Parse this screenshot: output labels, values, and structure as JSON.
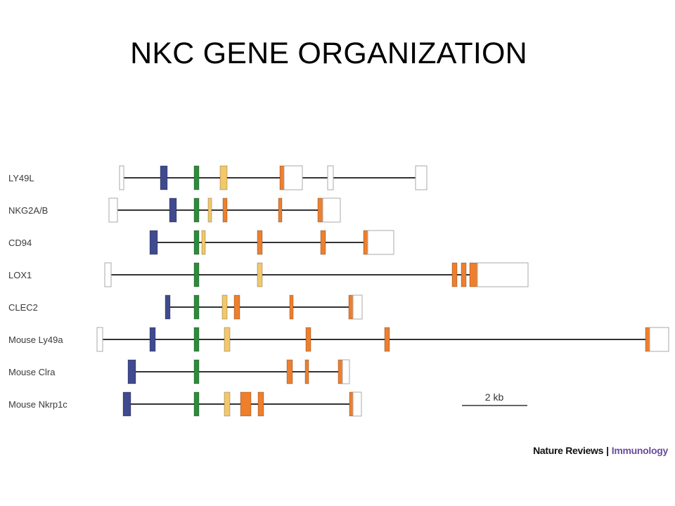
{
  "slide": {
    "title": "NKC GENE ORGANIZATION"
  },
  "colors": {
    "blue": "#3f4a8f",
    "green": "#2e8b3c",
    "yellow": "#f2c86a",
    "orange": "#ee7f2d",
    "white": "#ffffff",
    "line": "#333333",
    "box_stroke": "#aaaaaa"
  },
  "genes": [
    {
      "name": "LY49L",
      "exons": [
        [
          "white",
          170,
          176
        ],
        [
          "blue",
          228,
          238
        ],
        [
          "green",
          276,
          283
        ],
        [
          "yellow",
          313,
          323
        ],
        [
          "orange",
          398,
          404
        ],
        [
          "white",
          404,
          430
        ],
        [
          "white",
          466,
          474
        ],
        [
          "white",
          591,
          607
        ]
      ]
    },
    {
      "name": "NKG2A/B",
      "exons": [
        [
          "white",
          155,
          167
        ],
        [
          "blue",
          241,
          251
        ],
        [
          "green",
          276,
          283
        ],
        [
          "yellow",
          296,
          301
        ],
        [
          "orange",
          317,
          323
        ],
        [
          "orange",
          396,
          401
        ],
        [
          "orange",
          452,
          459
        ],
        [
          "white",
          459,
          484
        ]
      ]
    },
    {
      "name": "CD94",
      "exons": [
        [
          "blue",
          213,
          224
        ],
        [
          "green",
          276,
          283
        ],
        [
          "yellow",
          287,
          292
        ],
        [
          "orange",
          366,
          373
        ],
        [
          "orange",
          456,
          463
        ],
        [
          "orange",
          517,
          523
        ],
        [
          "white",
          523,
          560
        ]
      ]
    },
    {
      "name": "LOX1",
      "exons": [
        [
          "white",
          149,
          158
        ],
        [
          "green",
          276,
          283
        ],
        [
          "yellow",
          366,
          373
        ],
        [
          "orange",
          643,
          650
        ],
        [
          "orange",
          656,
          663
        ],
        [
          "orange",
          668,
          679
        ],
        [
          "white",
          679,
          751
        ]
      ]
    },
    {
      "name": "CLEC2",
      "exons": [
        [
          "blue",
          235,
          242
        ],
        [
          "green",
          276,
          283
        ],
        [
          "yellow",
          316,
          323
        ],
        [
          "orange",
          333,
          341
        ],
        [
          "orange",
          412,
          417
        ],
        [
          "orange",
          496,
          502
        ],
        [
          "white",
          502,
          515
        ]
      ]
    },
    {
      "name": "Mouse Ly49a",
      "exons": [
        [
          "white",
          138,
          146
        ],
        [
          "blue",
          213,
          221
        ],
        [
          "green",
          276,
          283
        ],
        [
          "yellow",
          319,
          327
        ],
        [
          "orange",
          435,
          442
        ],
        [
          "orange",
          547,
          554
        ],
        [
          "orange",
          918,
          924
        ],
        [
          "white",
          924,
          951
        ]
      ]
    },
    {
      "name": "Mouse Clra",
      "exons": [
        [
          "blue",
          182,
          193
        ],
        [
          "green",
          276,
          283
        ],
        [
          "orange",
          408,
          416
        ],
        [
          "orange",
          434,
          439
        ],
        [
          "orange",
          481,
          487
        ],
        [
          "white",
          487,
          497
        ]
      ]
    },
    {
      "name": "Mouse Nkrp1c",
      "exons": [
        [
          "blue",
          175,
          186
        ],
        [
          "green",
          276,
          283
        ],
        [
          "yellow",
          319,
          327
        ],
        [
          "orange",
          342,
          357
        ],
        [
          "orange",
          367,
          375
        ],
        [
          "orange",
          497,
          502
        ],
        [
          "white",
          502,
          514
        ]
      ]
    }
  ],
  "scale_bar": {
    "label": "2 kb"
  },
  "credit": {
    "brand": "Nature Reviews",
    "separator": "|",
    "journal": "Immunology"
  }
}
